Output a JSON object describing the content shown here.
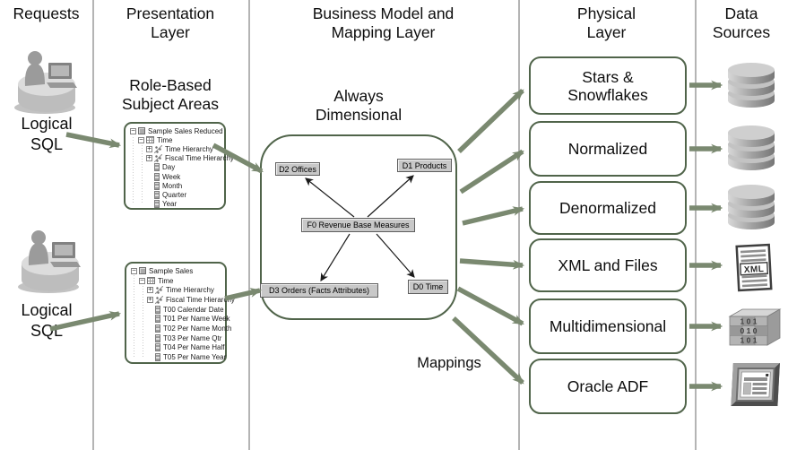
{
  "headers": {
    "requests": "Requests",
    "presentation": "Presentation\nLayer",
    "bmm": "Business Model and\nMapping Layer",
    "physical": "Physical\nLayer",
    "sources": "Data\nSources"
  },
  "requests": {
    "label_1": "Logical\nSQL",
    "label_2": "Logical\nSQL"
  },
  "presentation": {
    "subtitle": "Role-Based\nSubject Areas",
    "trees": [
      {
        "rows": [
          {
            "label": "Sample Sales Reduced",
            "icon": "subject-area",
            "expander": "minus"
          },
          {
            "label": "Time",
            "icon": "table",
            "expander": "minus"
          },
          {
            "label": "Time Hierarchy",
            "icon": "hierarchy",
            "expander": "plus"
          },
          {
            "label": "Fiscal Time Hierarchy",
            "icon": "hierarchy",
            "expander": "plus"
          },
          {
            "label": "Day",
            "icon": "column"
          },
          {
            "label": "Week",
            "icon": "column"
          },
          {
            "label": "Month",
            "icon": "column"
          },
          {
            "label": "Quarter",
            "icon": "column"
          },
          {
            "label": "Year",
            "icon": "column"
          }
        ]
      },
      {
        "rows": [
          {
            "label": "Sample Sales",
            "icon": "subject-area",
            "expander": "minus"
          },
          {
            "label": "Time",
            "icon": "table",
            "expander": "minus"
          },
          {
            "label": "Time Hierarchy",
            "icon": "hierarchy",
            "expander": "plus"
          },
          {
            "label": "Fiscal Time Hierarchy",
            "icon": "hierarchy",
            "expander": "plus"
          },
          {
            "label": "T00 Calendar Date",
            "icon": "column"
          },
          {
            "label": "T01 Per Name Week",
            "icon": "column"
          },
          {
            "label": "T02 Per Name Month",
            "icon": "column"
          },
          {
            "label": "T03 Per Name Qtr",
            "icon": "column"
          },
          {
            "label": "T04 Per Name Half",
            "icon": "column"
          },
          {
            "label": "T05 Per Name Year",
            "icon": "column"
          }
        ]
      }
    ]
  },
  "bmm": {
    "subtitle": "Always\nDimensional",
    "mappings_label": "Mappings",
    "entities": {
      "d2": "D2 Offices",
      "d1": "D1 Products",
      "f0": "F0 Revenue Base Measures",
      "d3": "D3 Orders (Facts Attributes)",
      "d0": "D0 Time"
    }
  },
  "physical": {
    "boxes": [
      {
        "label": "Stars &\nSnowflakes"
      },
      {
        "label": "Normalized"
      },
      {
        "label": "Denormalized"
      },
      {
        "label": "XML and Files"
      },
      {
        "label": "Multidimensional"
      },
      {
        "label": "Oracle ADF"
      }
    ]
  },
  "sources": {
    "icons": [
      {
        "name": "database-icon"
      },
      {
        "name": "database-icon"
      },
      {
        "name": "database-icon"
      },
      {
        "name": "xml-file-icon",
        "label": "XML"
      },
      {
        "name": "binary-cube-icon",
        "digit_rows": [
          "1 0 1",
          "0 1 0",
          "1 0 1"
        ]
      },
      {
        "name": "adf-screen-icon"
      }
    ]
  },
  "colors": {
    "arrow_green": "#7a8970",
    "border_green": "#50644a",
    "separator_gray": "#b4b4b4",
    "entity_gray": "#c8c8c8"
  }
}
